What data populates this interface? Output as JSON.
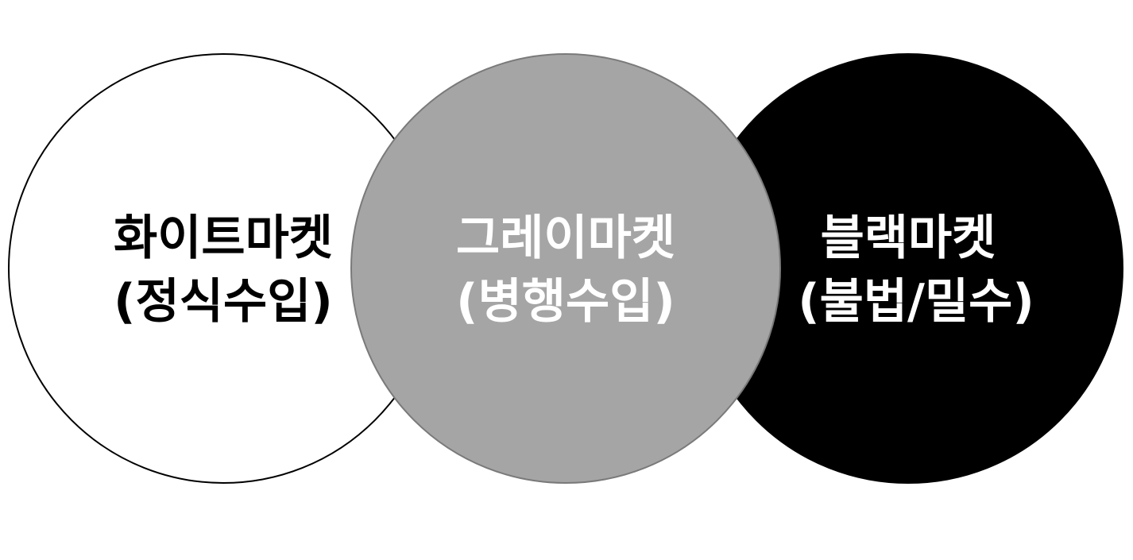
{
  "circles": [
    {
      "id": "white",
      "line1": "화이트마켓",
      "line2": "(정식수입)",
      "fill": "#ffffff",
      "stroke": "#000000",
      "text_color": "#000000"
    },
    {
      "id": "black",
      "line1": "블랙마켓",
      "line2": "(불법/밀수)",
      "fill": "#000000",
      "stroke": "#000000",
      "text_color": "#ffffff"
    },
    {
      "id": "gray",
      "line1": "그레이마켓",
      "line2": "(병행수입)",
      "fill": "#a5a5a5",
      "stroke": "#7a7a7a",
      "text_color": "#ffffff"
    }
  ]
}
